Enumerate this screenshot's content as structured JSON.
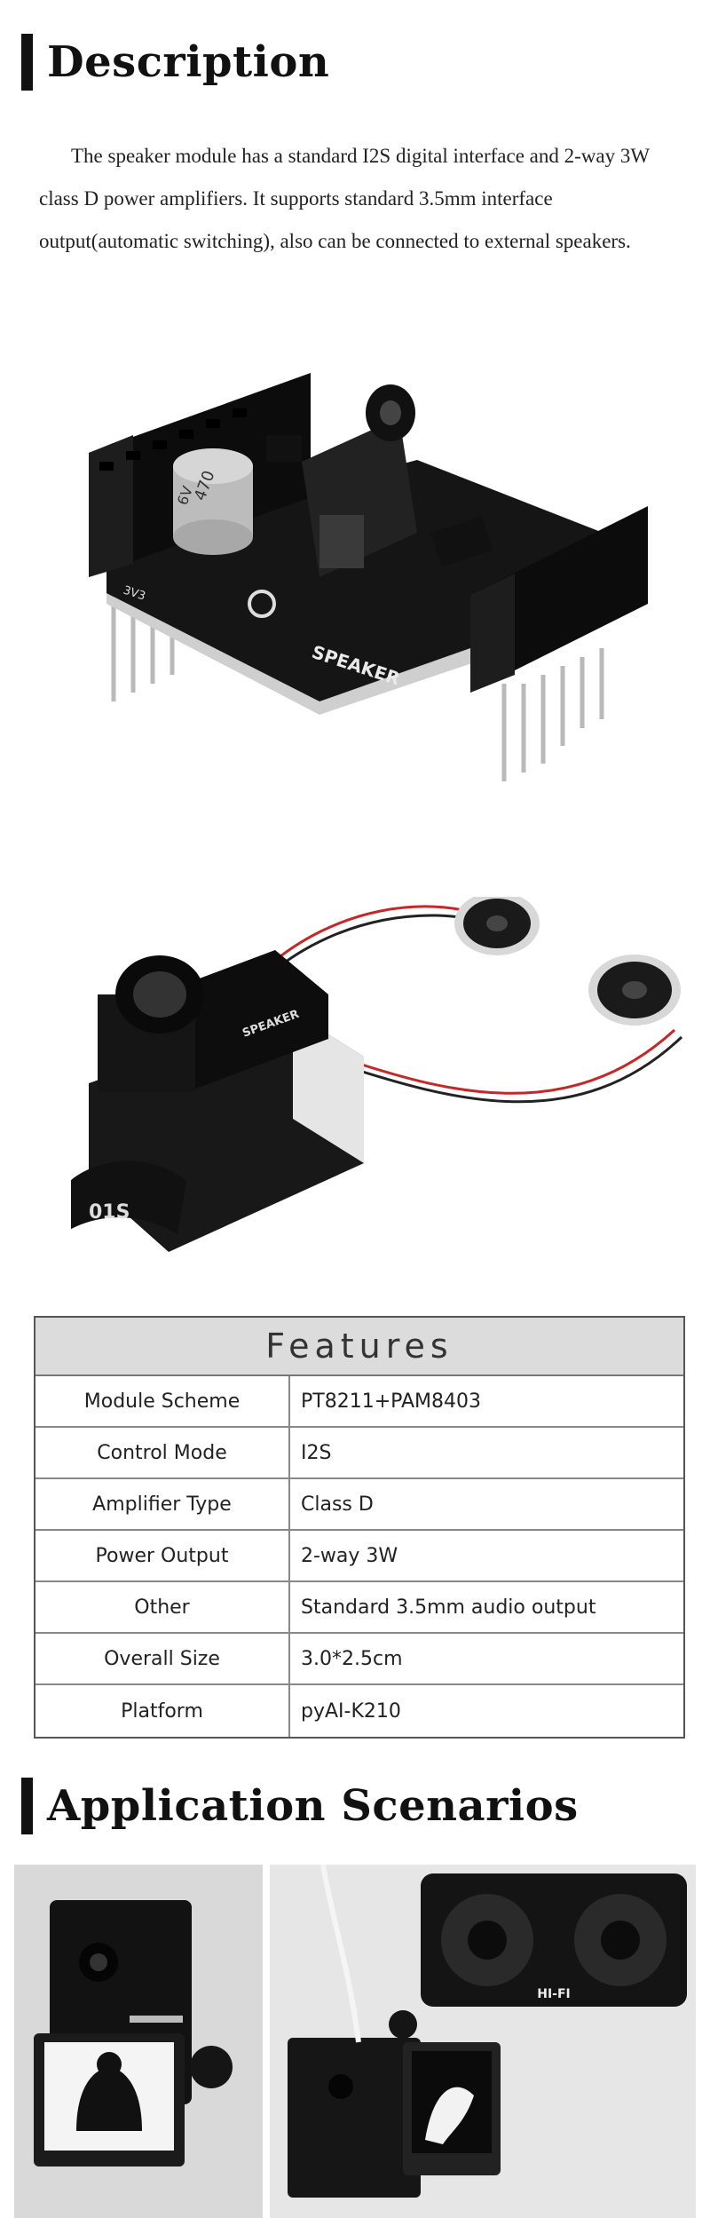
{
  "description": {
    "heading": "Description",
    "text": "The speaker module has a standard I2S digital interface and 2-way 3W class D power amplifiers. It supports standard 3.5mm interface output(automatic switching), also can be connected to external speakers."
  },
  "module_photo": {
    "board_label": "SPEAKER",
    "capacitor_top": "470",
    "capacitor_bottom": "6V",
    "pin_label": "3V3"
  },
  "assembly_photo": {
    "board_label": "SPEAKER",
    "lens_label": "01S"
  },
  "features": {
    "title": "Features",
    "rows": [
      {
        "key": "Module Scheme",
        "value": "PT8211+PAM8403"
      },
      {
        "key": "Control Mode",
        "value": "I2S"
      },
      {
        "key": "Amplifier Type",
        "value": "Class D"
      },
      {
        "key": "Power Output",
        "value": "2-way 3W"
      },
      {
        "key": "Other",
        "value": "Standard 3.5mm audio output"
      },
      {
        "key": "Overall Size",
        "value": "3.0*2.5cm"
      },
      {
        "key": "Platform",
        "value": "pyAI-K210"
      }
    ]
  },
  "application": {
    "heading": "Application Scenarios",
    "speaker_box_label": "HI-FI"
  }
}
